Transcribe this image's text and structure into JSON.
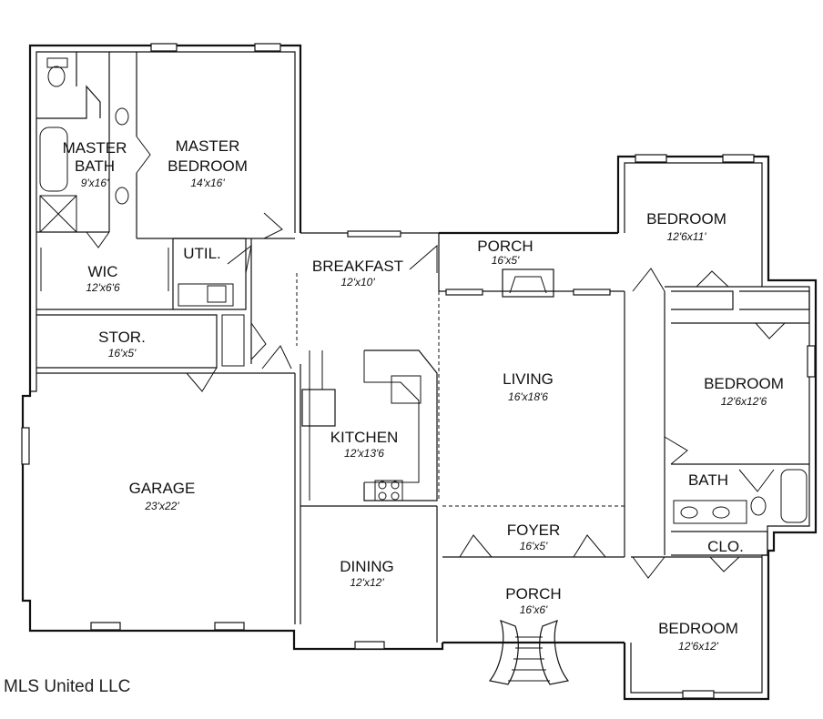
{
  "rooms": {
    "master_bath": {
      "name_line1": "MASTER",
      "name_line2": "BATH",
      "dims": "9'x16'"
    },
    "master_bedroom": {
      "name_line1": "MASTER",
      "name_line2": "BEDROOM",
      "dims": "14'x16'"
    },
    "wic": {
      "name": "WIC",
      "dims": "12'x6'6"
    },
    "util": {
      "name": "UTIL."
    },
    "stor": {
      "name": "STOR.",
      "dims": "16'x5'"
    },
    "garage": {
      "name": "GARAGE",
      "dims": "23'x22'"
    },
    "breakfast": {
      "name": "BREAKFAST",
      "dims": "12'x10'"
    },
    "porch_back": {
      "name": "PORCH",
      "dims": "16'x5'"
    },
    "living": {
      "name": "LIVING",
      "dims": "16'x18'6"
    },
    "kitchen": {
      "name": "KITCHEN",
      "dims": "12'x13'6"
    },
    "dining": {
      "name": "DINING",
      "dims": "12'x12'"
    },
    "foyer": {
      "name": "FOYER",
      "dims": "16'x5'"
    },
    "porch_front": {
      "name": "PORCH",
      "dims": "16'x6'"
    },
    "bedroom_1": {
      "name": "BEDROOM",
      "dims": "12'6x11'"
    },
    "bedroom_2": {
      "name": "BEDROOM",
      "dims": "12'6x12'6"
    },
    "bath": {
      "name": "BATH"
    },
    "clo": {
      "name": "CLO."
    },
    "bedroom_3": {
      "name": "BEDROOM",
      "dims": "12'6x12'"
    }
  },
  "watermark": "MLS United LLC"
}
